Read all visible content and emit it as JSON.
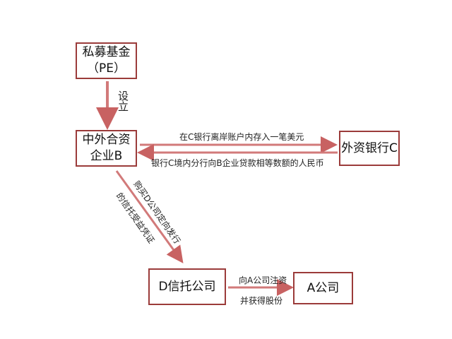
{
  "nodes": {
    "pe": {
      "line1": "私募基金",
      "line2": "（PE）"
    },
    "b": {
      "line1": "中外合资",
      "line2": "企业B"
    },
    "c": {
      "label": "外资银行C"
    },
    "d": {
      "label": "D信托公司"
    },
    "a": {
      "label": "A公司"
    }
  },
  "edges": {
    "pe_to_b": "设立",
    "b_to_c": "在C银行离岸账户内存入一笔美元",
    "c_to_b": "银行C境内分行向B企业贷款相等数额的人民币",
    "b_to_d_upper": "购买D公司定向发行",
    "b_to_d_lower": "的信托受益凭证",
    "d_to_a_upper": "向A公司注资",
    "d_to_a_lower": "并获得股份"
  },
  "colors": {
    "border": "#9b3b3a",
    "arrow": "#d27a7a"
  }
}
